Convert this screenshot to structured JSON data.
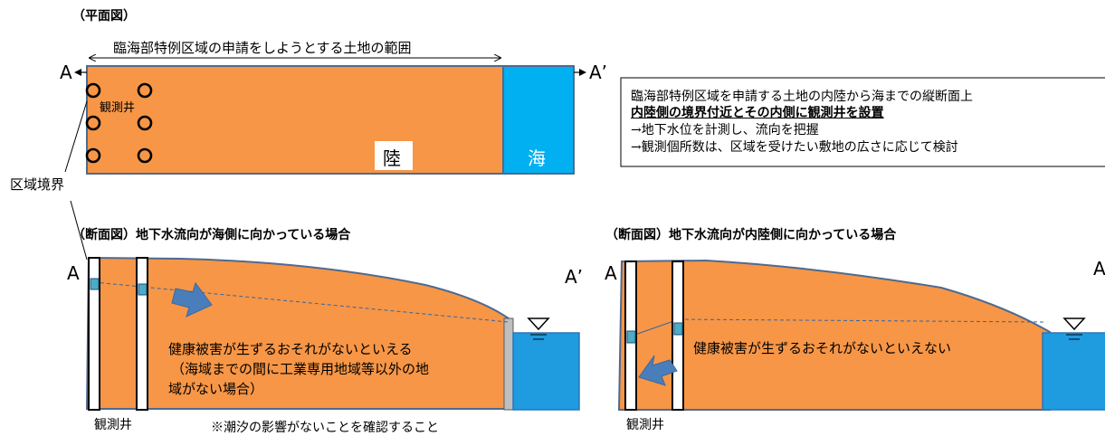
{
  "plan": {
    "heading": "（平面図）",
    "range_label": "臨海部特例区域の申請をしようとする土地の範囲",
    "label_a": "A",
    "label_a_prime": "A’",
    "well_label": "観測井",
    "land_label": "陸",
    "sea_label": "海",
    "boundary_label": "区域境界"
  },
  "note": {
    "line1": "臨海部特例区域を申請する土地の内陸から海までの縦断面上",
    "line2": "内陸側の境界付近とその内側に観測井を設置",
    "line3": "→地下水位を計測し、流向を把握",
    "line4": "→観測個所数は、区域を受けたい敷地の広さに応じて検討"
  },
  "section_sea": {
    "heading": "（断面図）地下水流向が海側に向かっている場合",
    "label_a": "A",
    "label_a_prime": "A’",
    "result_line1": "健康被害が生ずるおそれがないといえる",
    "result_line2": "（海域までの間に工業専用地域等以外の地",
    "result_line3": "域がない場合）",
    "well_label": "観測井",
    "footnote": "※潮汐の影響がないことを確認すること"
  },
  "section_inland": {
    "heading": "（断面図）地下水流向が内陸側に向かっている場合",
    "label_a": "A",
    "label_a_prime": "A",
    "result": "健康被害が生ずるおそれがないといえない",
    "well_label": "観測井"
  },
  "colors": {
    "land": "#F79646",
    "land_border": "#4F6A8F",
    "sea": "#00B0F0",
    "sea_section": "#1F9BE0",
    "arrow": "#4A7EBB"
  }
}
